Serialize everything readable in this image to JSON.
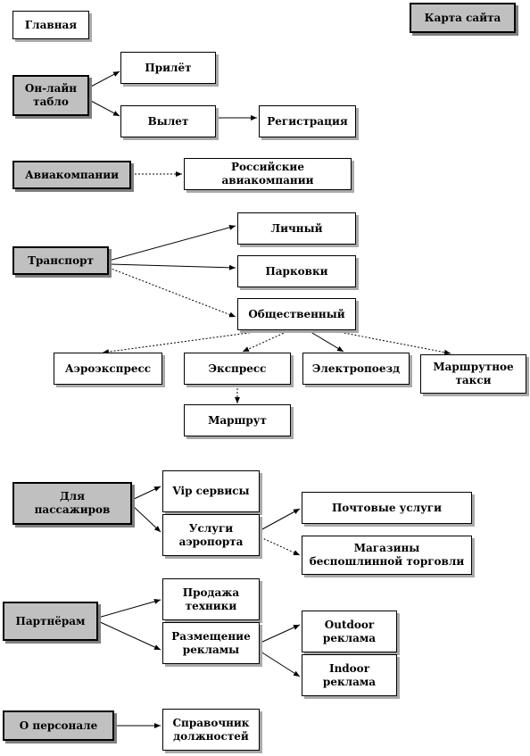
{
  "sitemap_title": "Карта сайта",
  "sections": {
    "main": "Главная",
    "online_board": "Он-лайн\nтабло",
    "arrival": "Прилёт",
    "departure": "Вылет",
    "checkin": "Регистрация",
    "airlines": "Авиакомпании",
    "russian_airlines": "Российские авиакомпании",
    "transport": "Транспорт",
    "personal": "Личный",
    "parking": "Парковки",
    "public": "Общественный",
    "aeroexpress": "Аэроэкспресс",
    "express": "Экспресс",
    "electric_train": "Электропоезд",
    "shuttle_taxi": "Маршрутное\nтакси",
    "route": "Маршрут",
    "passengers": "Для\nпассажиров",
    "vip": "Vip сервисы",
    "airport_services": "Услуги\nаэропорта",
    "postal": "Почтовые услуги",
    "dutyfree": "Магазины\nбеспошлинной торговли",
    "partners": "Партнёрам",
    "equipment_sale": "Продажа\nтехники",
    "ad_placement": "Размещение\nрекламы",
    "outdoor": "Outdoor\nреклама",
    "indoor": "Indoor\nреклама",
    "staff": "О персонале",
    "positions": "Справочник\nдолжностей"
  }
}
